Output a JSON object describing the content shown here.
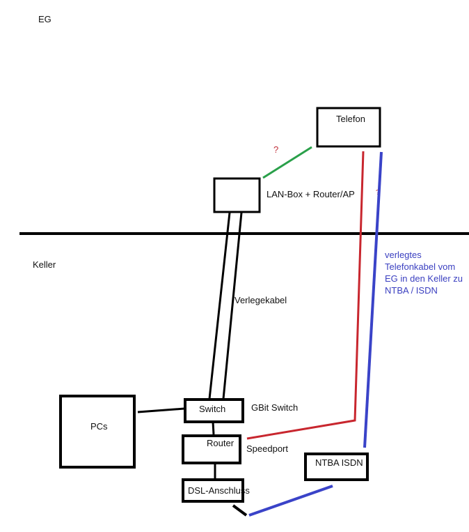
{
  "labels": {
    "floor_upper": "EG",
    "floor_lower": "Keller",
    "telefon": "Telefon",
    "question_green": "?",
    "question_small": "?",
    "lan_box": "LAN-Box + Router/AP",
    "verlegekabel": "Verlegekabel",
    "blue_note": [
      "verlegtes",
      "Telefonkabel vom",
      "EG in den Keller zu",
      "NTBA / ISDN"
    ],
    "pcs": "PCs",
    "switch": "Switch",
    "gbit_switch": "GBit Switch",
    "router": "Router",
    "speedport": "Speedport",
    "ntba": "NTBA ISDN",
    "dsl": "DSL-Anschluss"
  },
  "colors": {
    "red_cable": "#c8262e",
    "blue_cable": "#3a43c8",
    "green_cable": "#2aa04a",
    "line": "#000000"
  }
}
